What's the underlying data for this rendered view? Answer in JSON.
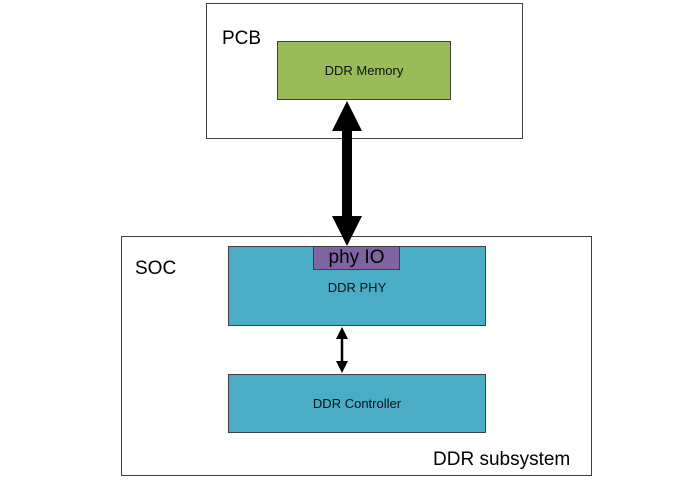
{
  "pcb": {
    "label": "PCB",
    "memory_label": "DDR Memory"
  },
  "soc": {
    "label": "SOC",
    "phy_io_label": "phy IO",
    "phy_label": "DDR PHY",
    "controller_label": "DDR Controller",
    "subsystem_label": "DDR subsystem"
  },
  "colors": {
    "memory": "#9bbb59",
    "phy": "#4bacc6",
    "controller": "#4bacc6",
    "phy_io": "#8064a2",
    "border": "#3f3f3f"
  }
}
